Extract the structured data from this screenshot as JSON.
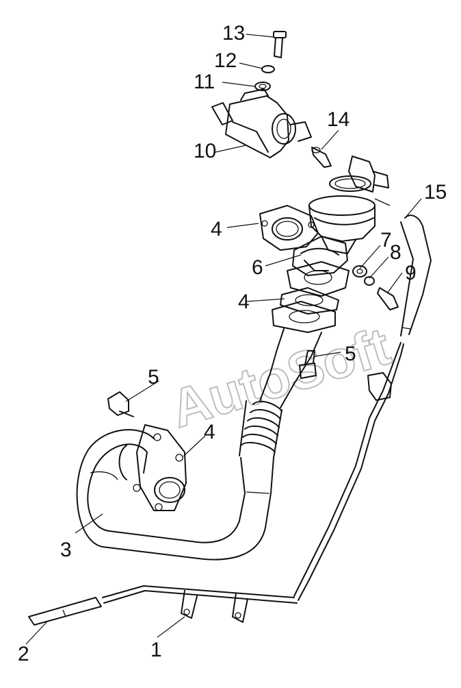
{
  "diagram": {
    "watermark": "AutoSoft",
    "callouts": [
      {
        "id": "c13",
        "label": "13"
      },
      {
        "id": "c12",
        "label": "12"
      },
      {
        "id": "c11",
        "label": "11"
      },
      {
        "id": "c14",
        "label": "14"
      },
      {
        "id": "c10",
        "label": "10"
      },
      {
        "id": "c15",
        "label": "15"
      },
      {
        "id": "c4a",
        "label": "4"
      },
      {
        "id": "c7",
        "label": "7"
      },
      {
        "id": "c6",
        "label": "6"
      },
      {
        "id": "c8",
        "label": "8"
      },
      {
        "id": "c9",
        "label": "9"
      },
      {
        "id": "c4b",
        "label": "4"
      },
      {
        "id": "c5a",
        "label": "5"
      },
      {
        "id": "c5b",
        "label": "5"
      },
      {
        "id": "c4c",
        "label": "4"
      },
      {
        "id": "c3",
        "label": "3"
      },
      {
        "id": "c2",
        "label": "2"
      },
      {
        "id": "c1",
        "label": "1"
      }
    ]
  }
}
